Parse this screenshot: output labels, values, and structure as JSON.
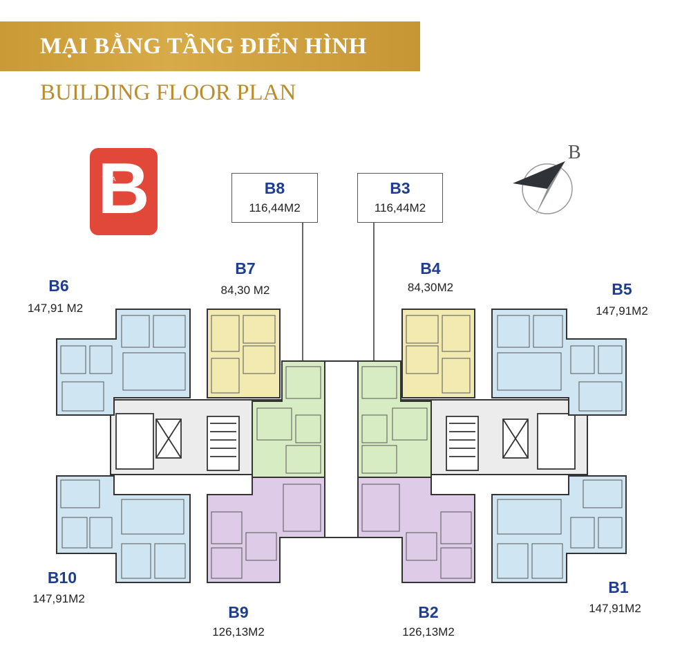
{
  "header": {
    "title_vi": "MẠI BẰNG TẦNG ĐIỂN HÌNH",
    "title_en": "BUILDING FLOOR PLAN"
  },
  "logo": {
    "small": "TÒA",
    "letter": "B"
  },
  "compass": {
    "label": "B"
  },
  "colors": {
    "banner": "#d1a340",
    "subtitle": "#b98d2c",
    "logo": "#e2483a",
    "unit_label": "#1e3d8f",
    "blue": "#cfe6f2",
    "yellow": "#f2eab1",
    "green": "#d8ecc4",
    "purple": "#ddcbe8",
    "core": "#eeeeee"
  },
  "units": {
    "b1": {
      "name": "B1",
      "area": "147,91M2"
    },
    "b2": {
      "name": "B2",
      "area": "126,13M2"
    },
    "b3": {
      "name": "B3",
      "area": "116,44M2"
    },
    "b4": {
      "name": "B4",
      "area": "84,30M2"
    },
    "b5": {
      "name": "B5",
      "area": "147,91M2"
    },
    "b6": {
      "name": "B6",
      "area": "147,91 M2"
    },
    "b7": {
      "name": "B7",
      "area": "84,30 M2"
    },
    "b8": {
      "name": "B8",
      "area": "116,44M2"
    },
    "b9": {
      "name": "B9",
      "area": "126,13M2"
    },
    "b10": {
      "name": "B10",
      "area": "147,91M2"
    }
  }
}
